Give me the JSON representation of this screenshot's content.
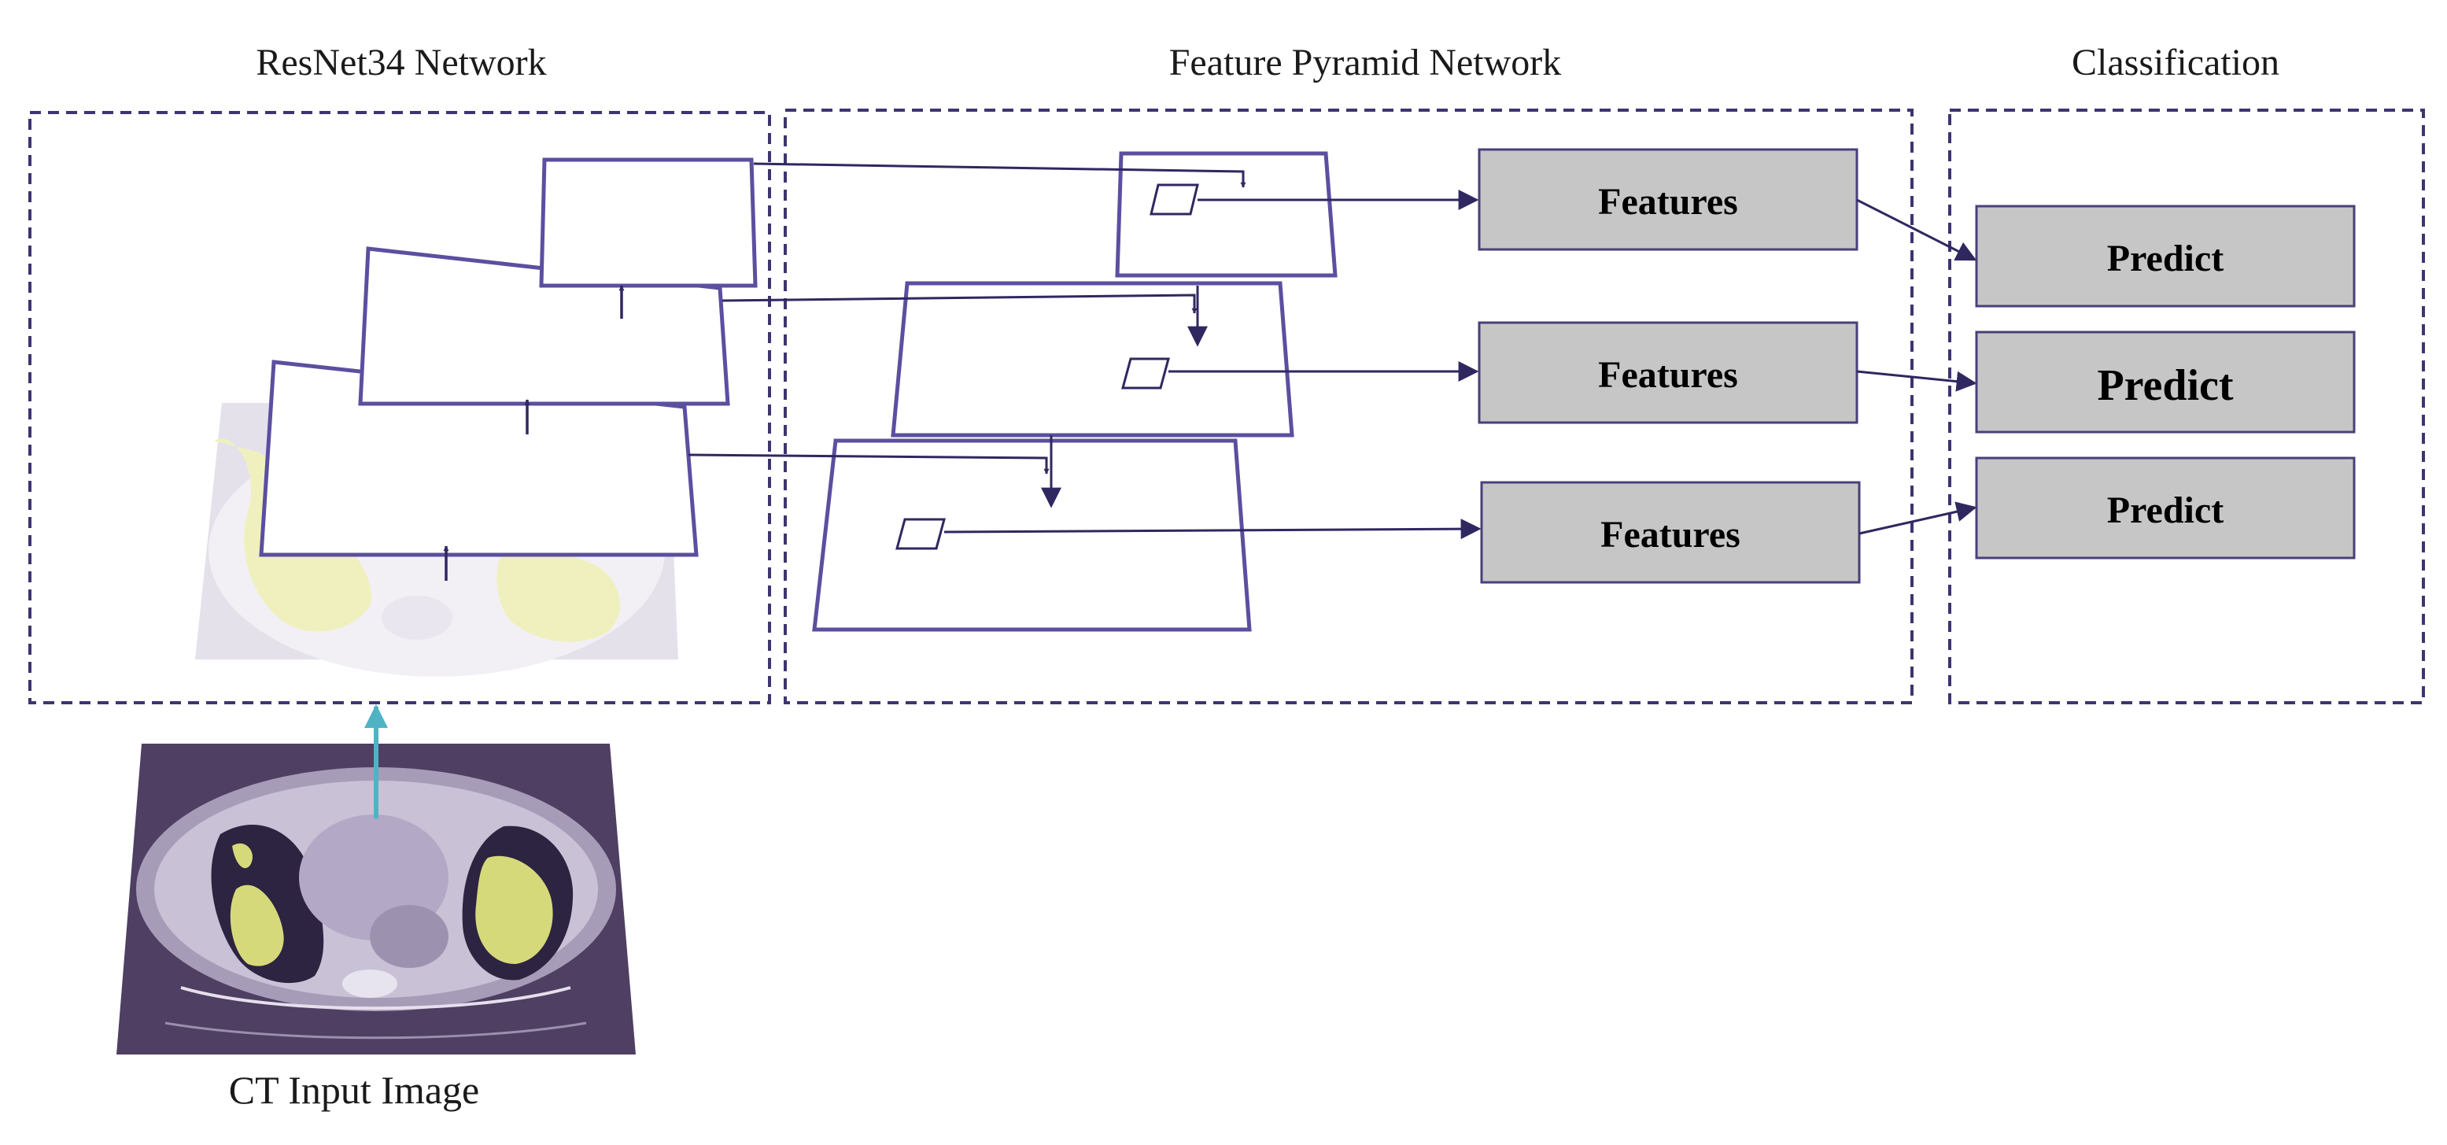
{
  "sections": {
    "resnet_title": "ResNet34 Network",
    "fpn_title": "Feature Pyramid  Network",
    "classification_title": "Classification"
  },
  "features": {
    "labels": [
      "Features",
      "Features",
      "Features"
    ]
  },
  "predict": {
    "labels": [
      "Predict",
      "Predict",
      "Predict"
    ]
  },
  "input": {
    "caption": "CT Input Image"
  },
  "colors": {
    "frame": "#4a3f7a",
    "dashed_border": "#3d3570",
    "arrow": "#2f2860",
    "box_fill": "#c6c6c6",
    "input_arrow": "#4fb3c4",
    "ct_background": "#4e3f63",
    "lesion": "#d6d97a"
  }
}
